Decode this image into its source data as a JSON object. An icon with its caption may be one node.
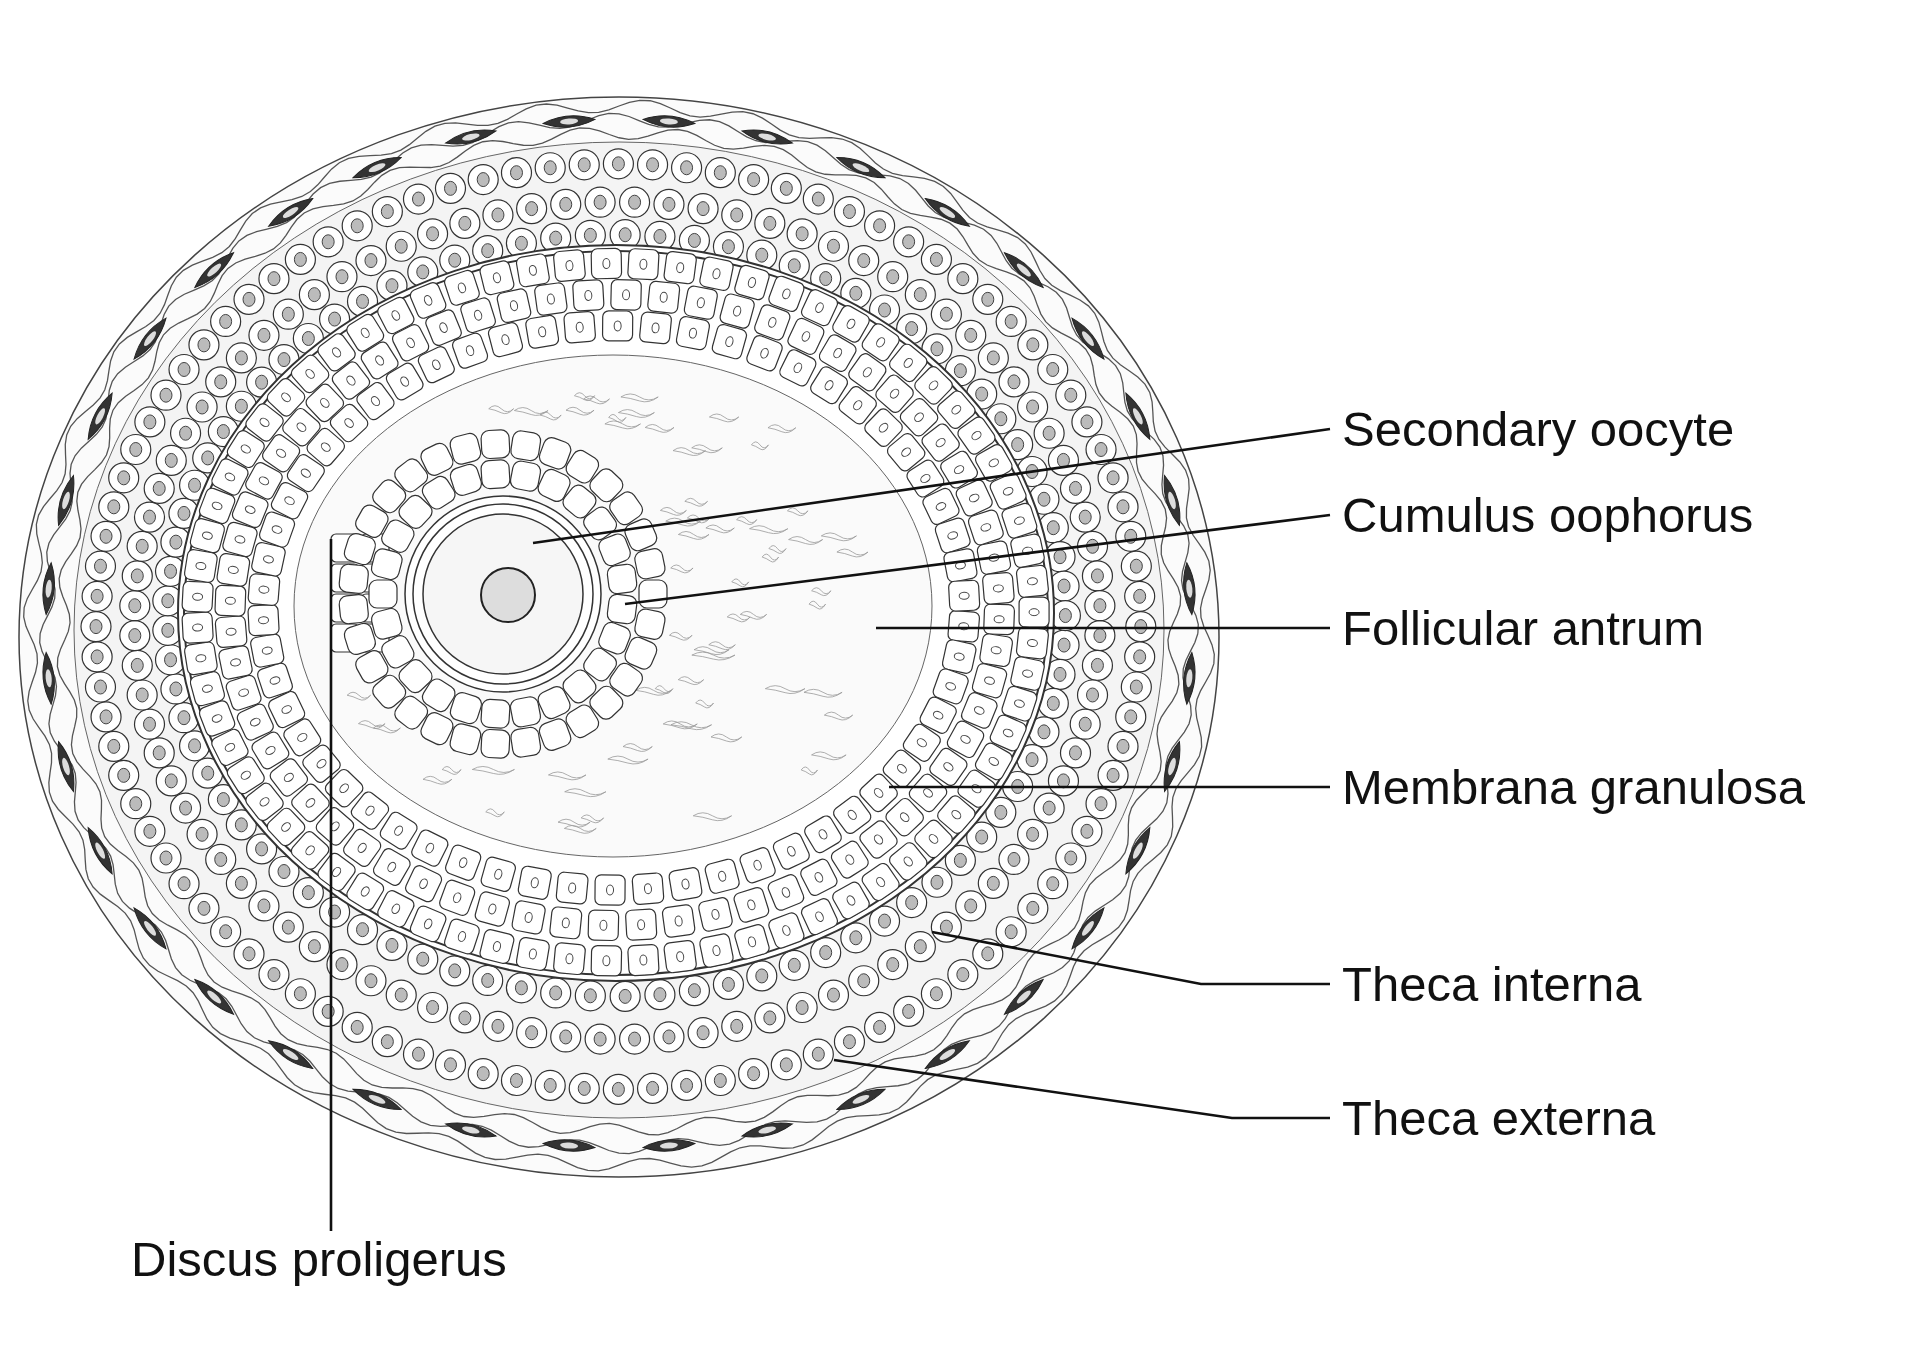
{
  "diagram": {
    "nodes": [
      {
        "text": [
          "Secondary oocyte"
        ]
      },
      {
        "text": [
          "Cumulus oophorus"
        ]
      },
      {
        "text": [
          "Follicular antrum"
        ]
      },
      {
        "text": [
          "Membrana granulosa"
        ]
      },
      {
        "text": [
          "Theca interna"
        ]
      },
      {
        "text": [
          "Theca externa"
        ]
      },
      {
        "text": [
          "Discus proligerus"
        ]
      }
    ],
    "edges": [
      {
        "from": 0,
        "to": null,
        "arrow": "none"
      },
      {
        "from": 1,
        "to": null,
        "arrow": "none"
      },
      {
        "from": 2,
        "to": null,
        "arrow": "none"
      },
      {
        "from": 3,
        "to": null,
        "arrow": "none"
      },
      {
        "from": 4,
        "to": null,
        "arrow": "none"
      },
      {
        "from": 5,
        "to": null,
        "arrow": "none"
      },
      {
        "from": 6,
        "to": null,
        "arrow": "none"
      }
    ]
  }
}
